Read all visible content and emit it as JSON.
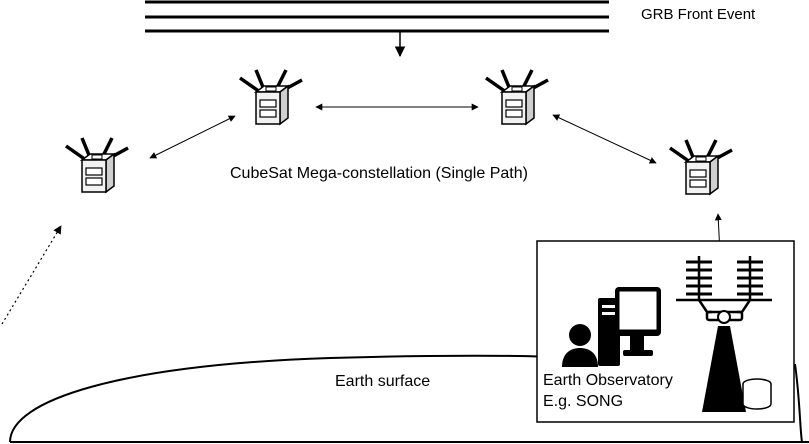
{
  "labels": {
    "grb_front_event": "GRB Front Event",
    "constellation": "CubeSat Mega-constellation (Single Path)",
    "earth_surface": "Earth surface",
    "observatory_line1": "Earth Observatory",
    "observatory_line2": "E.g. SONG"
  },
  "icons": {
    "satellite": "cubesat-icon",
    "person": "person-icon",
    "computer": "desktop-computer-icon",
    "antenna": "antenna-array-icon",
    "telescope": "telescope-icon"
  },
  "colors": {
    "stroke": "#000000",
    "satellite_body": "#f2f2f2",
    "background": "#ffffff"
  }
}
